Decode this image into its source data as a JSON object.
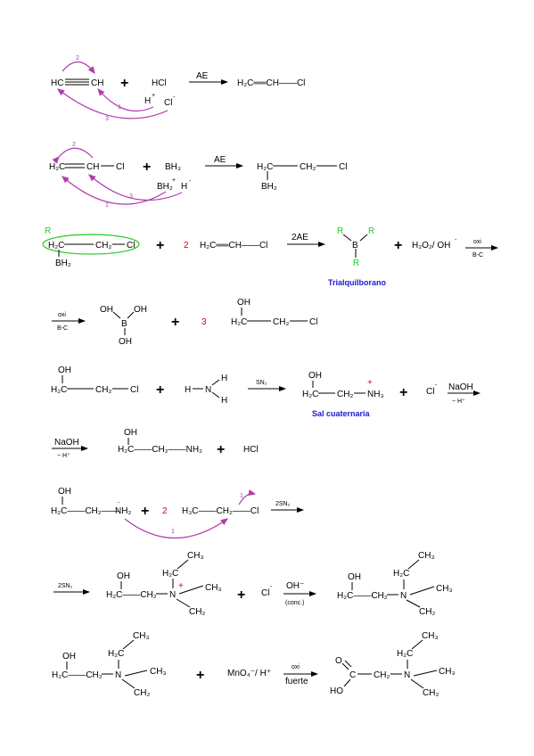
{
  "r1": {
    "alkyne_left": "HC",
    "alkyne_right": "CH",
    "plus": "+",
    "reagent": "HCl",
    "proton": "H",
    "plus_sup": "+",
    "chloride": "Cl",
    "minus_sup": "-",
    "arrow_label": "AE",
    "product": "H₂C══CH——Cl",
    "arc_labels": [
      "2",
      "1",
      "3"
    ]
  },
  "r2": {
    "s_left": "H₂C",
    "s_mid": "CH",
    "s_right": "Cl",
    "plus": "+",
    "reagent": "BH₃",
    "borane": "BH₂",
    "plus_sup": "+",
    "hydride": "H",
    "minus_sup": "-",
    "arrow_label": "AE",
    "p_left": "H₂C",
    "p_mid": "CH₂",
    "p_right": "Cl",
    "p_bh2": "BH₂",
    "arc_labels": [
      "2",
      "1",
      "3"
    ]
  },
  "r3": {
    "r_label": "R",
    "s_left": "H₂C",
    "s_mid": "CH₂",
    "s_right": "Cl",
    "s_bh2": "BH₂",
    "plus": "+",
    "coef": "2",
    "alkene": "H₂C══CH——Cl",
    "arrow_label": "2AE",
    "b": "B",
    "r": "R",
    "name": "Trialquilborano",
    "reagent": "H₂O₂/ OH",
    "minus_sup": "-",
    "oxi_top": "oxi",
    "oxi_bottom": "B-C"
  },
  "r4": {
    "oxi_top": "oxi",
    "oxi_bottom": "B-C",
    "oh": "OH",
    "b": "B",
    "plus": "+",
    "coef": "3",
    "p_oh": "OH",
    "p_left": "H₂C",
    "p_mid": "CH₂",
    "p_right": "Cl"
  },
  "r5": {
    "s_oh": "OH",
    "s_left": "H₂C",
    "s_mid": "CH₂",
    "s_right": "Cl",
    "plus": "+",
    "h": "H",
    "n": "N",
    "arrow_label": "SN₂",
    "p_oh": "OH",
    "p_left": "H₂C",
    "p_mid": "CH₂",
    "p_right": "NH₃",
    "plus_sup": "+",
    "name": "Sal cuaternaria",
    "chloride": "Cl",
    "minus_sup": "-",
    "naoh_top": "NaOH",
    "naoh_bottom": "~ H⁺"
  },
  "r6": {
    "naoh_top": "NaOH",
    "naoh_bottom": "~ H⁺",
    "p_oh": "OH",
    "p_chain": "H₂C——CH₂——NH₂",
    "plus": "+",
    "hcl": "HCl"
  },
  "r7": {
    "s_oh": "OH",
    "s_chain": "H₂C——CH₂——",
    "nh2": "NH₂",
    "lone_pair": "..",
    "plus": "+",
    "coef": "2",
    "ethyl": "H₃C——CH₂——Cl",
    "arrow_label": "2SN₂",
    "arc_labels": [
      "1",
      "1"
    ]
  },
  "r8": {
    "arrow_label": "2SN₂",
    "oh": "OH",
    "chain": "H₂C——CH₂",
    "n": "N",
    "plus_sup": "+",
    "ch3": "CH₃",
    "ch2": "CH₂",
    "h2c": "H₂C",
    "plus": "+",
    "chloride": "Cl",
    "minus_sup": "-",
    "base_top": "OH⁻",
    "base_bottom": "(conc.)"
  },
  "r9": {
    "oh": "OH",
    "chain": "H₂C——CH₂",
    "n": "N",
    "ch3": "CH₃",
    "ch2": "CH₂",
    "h2c": "H₂C",
    "plus": "+",
    "reagent": "MnO₄⁻/ H⁺",
    "oxi_top": "oxi",
    "oxi_bottom": "fuerte",
    "o": "O",
    "acid_c": "C",
    "acid_ho": "HO",
    "acid_ch2": "CH₂"
  }
}
